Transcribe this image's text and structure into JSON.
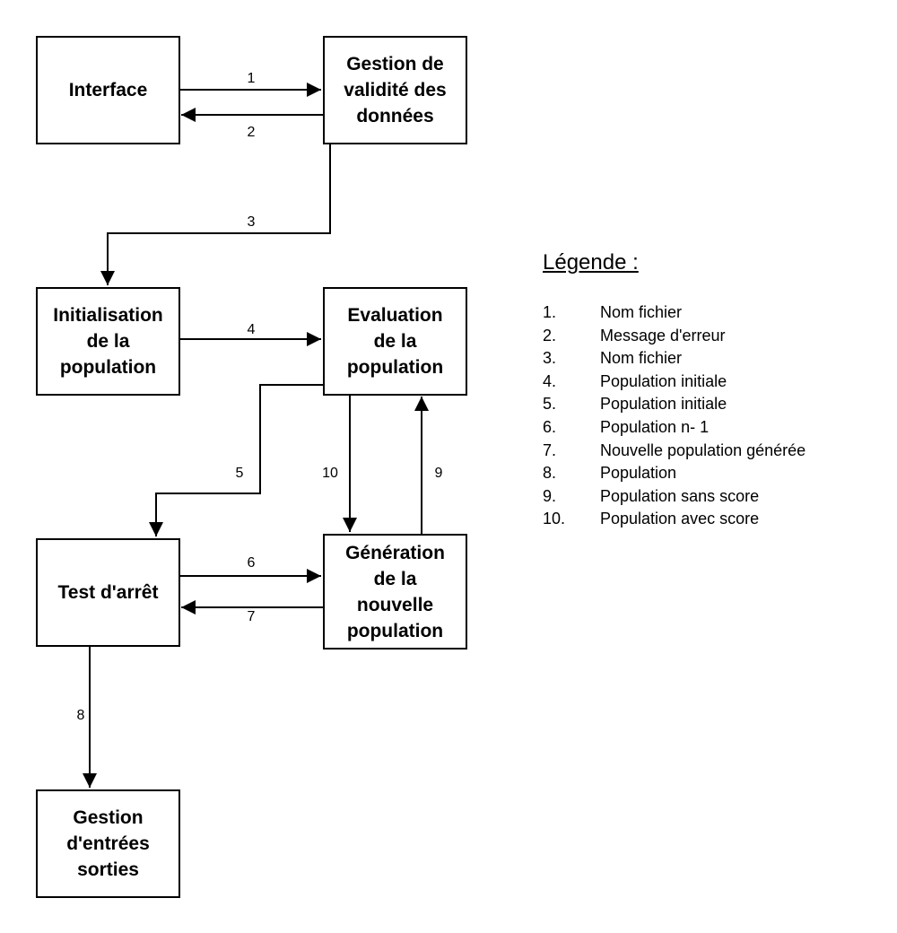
{
  "boxes": {
    "interface": "Interface",
    "gestion_validite": "Gestion de\nvalidité des\ndonnées",
    "initialisation": "Initialisation\nde la\npopulation",
    "evaluation": "Evaluation\nde la\npopulation",
    "test_arret": "Test d'arrêt",
    "generation": "Génération\nde la\nnouvelle\npopulation",
    "gestion_es": "Gestion\nd'entrées\nsorties"
  },
  "flow_labels": {
    "f1": "1",
    "f2": "2",
    "f3": "3",
    "f4": "4",
    "f5": "5",
    "f6": "6",
    "f7": "7",
    "f8": "8",
    "f9": "9",
    "f10": "10"
  },
  "legend": {
    "title": "Légende :",
    "items": [
      {
        "num": "1.",
        "text": "Nom fichier"
      },
      {
        "num": "2.",
        "text": "Message d'erreur"
      },
      {
        "num": "3.",
        "text": "Nom fichier"
      },
      {
        "num": "4.",
        "text": "Population initiale"
      },
      {
        "num": "5.",
        "text": "Population initiale"
      },
      {
        "num": "6.",
        "text": "Population n- 1"
      },
      {
        "num": "7.",
        "text": "Nouvelle population générée"
      },
      {
        "num": "8.",
        "text": "Population"
      },
      {
        "num": "9.",
        "text": "Population sans score"
      },
      {
        "num": "10.",
        "text": "Population avec score"
      }
    ]
  }
}
